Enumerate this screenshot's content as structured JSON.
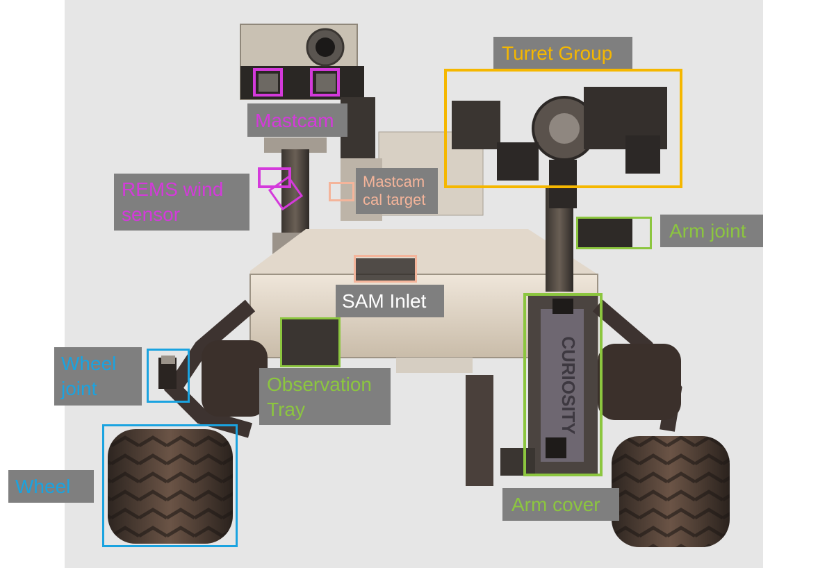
{
  "colors": {
    "background": "#e6e6e6",
    "label_background": "#7f7f7f",
    "turret": "#f5b700",
    "arm": "#8cc63f",
    "mastcam": "#d43adb",
    "sam": "#f4b49a",
    "wheel": "#1aa3e0"
  },
  "labels": {
    "turret_group": "Turret Group",
    "mastcam": "Mastcam",
    "rems_wind_sensor": "REMS wind\nsensor",
    "mastcam_cal_target": "Mastcam\ncal target",
    "arm_joint": "Arm joint",
    "sam_inlet": "SAM Inlet",
    "observation_tray": "Observation\nTray",
    "wheel_joint": "Wheel\njoint",
    "wheel": "Wheel",
    "arm_cover": "Arm cover",
    "arm_cover_text": "CURIOSITY"
  }
}
